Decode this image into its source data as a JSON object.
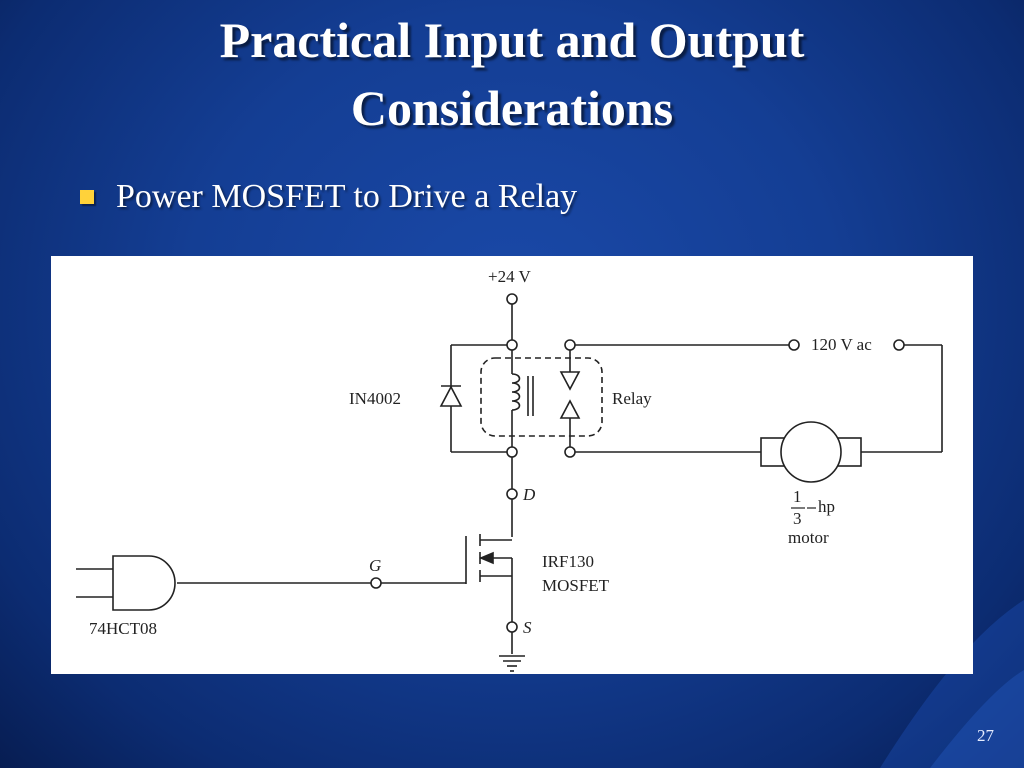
{
  "slide": {
    "title_line1": "Practical Input and Output",
    "title_line2": "Considerations",
    "bullet": "Power MOSFET to Drive a Relay",
    "page_number": "27"
  },
  "diagram": {
    "supply_label": "+24 V",
    "ac_label": "120 V ac",
    "diode_label": "IN4002",
    "relay_label": "Relay",
    "drain_label": "D",
    "gate_label": "G",
    "source_label": "S",
    "mosfet_label_line1": "IRF130",
    "mosfet_label_line2": "MOSFET",
    "gate_ic_label": "74HCT08",
    "motor_fraction_num": "1",
    "motor_fraction_den": "3",
    "motor_hp": "hp",
    "motor_label": "motor"
  },
  "colors": {
    "background": "#143e94",
    "bullet": "#ffd23a",
    "text": "#ffffff"
  }
}
